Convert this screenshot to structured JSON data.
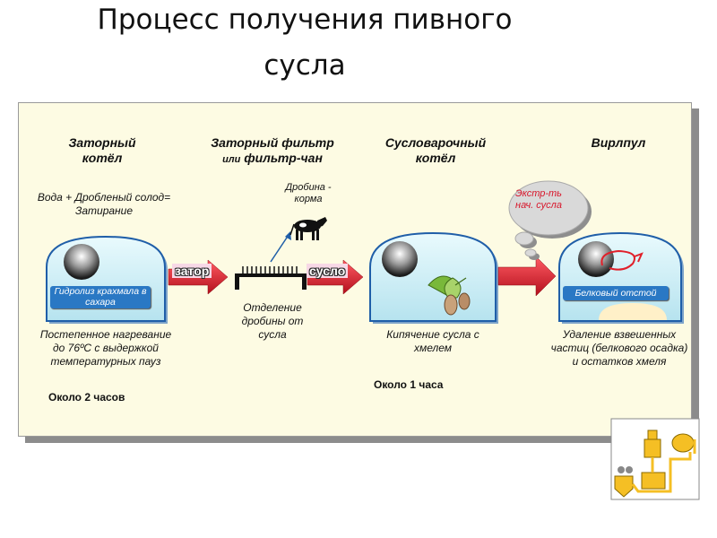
{
  "title": {
    "line1": "Процесс получения пивного",
    "line2": "сусла"
  },
  "stages": {
    "mash_tun": {
      "title": "Заторный котёл",
      "input": "Вода + Дробленый солод= Затирание",
      "ribbon": "Гидролиз крахмала в сахара",
      "description": "Постепенное нагревание до 76ºС с выдержкой температурных пауз",
      "time": "Около 2  часов"
    },
    "lauter": {
      "title_main": "Заторный фильтр",
      "title_or": "или",
      "title_alt": "фильтр-чан",
      "byproduct": "Дробина - корма",
      "description": "Отделение дробины от сусла"
    },
    "kettle": {
      "title": "Сусловарочный котёл",
      "description": "Кипячение сусла с хмелем",
      "time": "Около 1 часа"
    },
    "whirlpool": {
      "title": "Вирлпул",
      "cloud": "Экстр-ть нач. сусла",
      "ribbon": "Белковый отстой",
      "description": "Удаление взвешенных частиц (белкового осадка) и остатков хмеля"
    }
  },
  "flow_labels": {
    "mash": "затор",
    "wort": "сусло"
  },
  "colors": {
    "panel_bg": "#fdfbe3",
    "vessel_fill": "#c9eef6",
    "vessel_stroke": "#1f5ea8",
    "arrow_red": "#d81c2a",
    "ribbon_blue": "#2a78c4",
    "cloud_text": "#d8152a"
  },
  "icons": [
    "cow-icon",
    "hop-cone-icon",
    "filter-comb-icon",
    "swirl-icon",
    "brewhouse-thumbnail-icon"
  ]
}
